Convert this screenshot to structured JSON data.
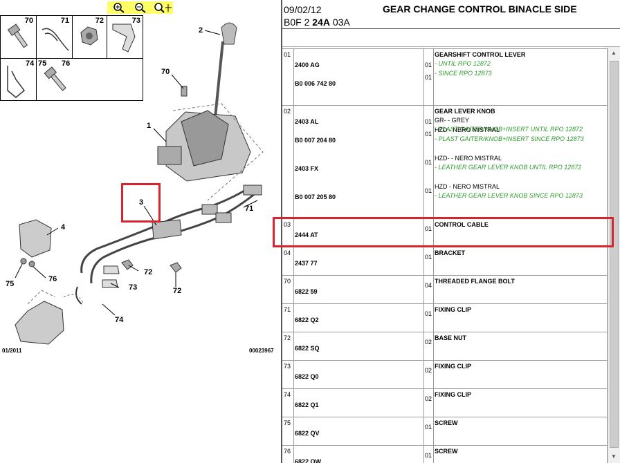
{
  "toolbar": {
    "zoom_in_icon": "zoom-in-icon",
    "zoom_out_icon": "zoom-out-icon",
    "fit_icon": "zoom-fit-icon"
  },
  "thumbnails": [
    {
      "num": "70"
    },
    {
      "num": "71"
    },
    {
      "num": "72"
    },
    {
      "num": "73"
    },
    {
      "num": "74"
    },
    {
      "num": "75"
    },
    {
      "num": "76"
    }
  ],
  "diagram": {
    "callouts": [
      "2",
      "70",
      "1",
      "3",
      "71",
      "4",
      "72",
      "73",
      "75",
      "76",
      "72",
      "74"
    ],
    "footer_left": "01/2011",
    "footer_right": "00023967"
  },
  "header": {
    "date": "09/02/12",
    "title": "GEAR CHANGE CONTROL BINACLE SIDE",
    "code_prefix": "B0F 2 ",
    "code_bold": "24A",
    "code_suffix": " 03A"
  },
  "colors": {
    "highlight": "#d9232f",
    "note_green": "#2e9b2e",
    "zoombar": "#ffff66"
  },
  "rows": [
    {
      "num": "01",
      "entries": [
        {
          "ref": "2400 AG",
          "qty": "01",
          "lines": [
            {
              "t": "GEARSHIFT CONTROL LEVER",
              "g": false,
              "b": true
            },
            {
              "t": "- UNTIL RPO 12872",
              "g": true
            }
          ]
        },
        {
          "ref": "B0 006 742 80",
          "qty": "01",
          "lines": [
            {
              "t": "- SINCE RPO 12873",
              "g": true
            }
          ]
        }
      ]
    },
    {
      "num": "02",
      "entries": [
        {
          "ref": "2403 AL",
          "qty": "01",
          "lines": [
            {
              "t": "GEAR LEVER KNOB",
              "g": false,
              "b": true
            },
            {
              "t": "GR- - GREY",
              "g": false
            },
            {
              "t": "- PLAST GAITER/KNOB+INSERT UNTIL RPO 12872",
              "g": true
            }
          ]
        },
        {
          "ref": "B0 007 204 80",
          "qty": "01",
          "lines": [
            {
              "t": "HZD - NERO MISTRAL",
              "g": false
            },
            {
              "t": "- PLAST GAITER/KNOB+INSERT SINCE RPO 12873",
              "g": true
            }
          ]
        },
        {
          "ref": "2403 FX",
          "qty": "01",
          "lines": [
            {
              "t": "HZD- - NERO MISTRAL",
              "g": false
            },
            {
              "t": "- LEATHER GEAR LEVER KNOB UNTIL RPO 12872",
              "g": true
            }
          ]
        },
        {
          "ref": "B0 007 205 80",
          "qty": "01",
          "lines": [
            {
              "t": "HZD - NERO MISTRAL",
              "g": false
            },
            {
              "t": "- LEATHER GEAR LEVER KNOB SINCE RPO 12873",
              "g": true
            }
          ]
        }
      ]
    },
    {
      "num": "03",
      "entries": [
        {
          "ref": "2444 AT",
          "qty": "01",
          "lines": [
            {
              "t": "CONTROL CABLE",
              "g": false,
              "b": true
            }
          ]
        }
      ]
    },
    {
      "num": "04",
      "entries": [
        {
          "ref": "2437 77",
          "qty": "01",
          "lines": [
            {
              "t": "BRACKET",
              "g": false,
              "b": true
            }
          ]
        }
      ]
    },
    {
      "num": "70",
      "entries": [
        {
          "ref": "6822 59",
          "qty": "04",
          "lines": [
            {
              "t": "THREADED FLANGE BOLT",
              "g": false,
              "b": true
            }
          ]
        }
      ]
    },
    {
      "num": "71",
      "entries": [
        {
          "ref": "6822 Q2",
          "qty": "01",
          "lines": [
            {
              "t": "FIXING CLIP",
              "g": false,
              "b": true
            }
          ]
        }
      ]
    },
    {
      "num": "72",
      "entries": [
        {
          "ref": "6822 SQ",
          "qty": "02",
          "lines": [
            {
              "t": "BASE NUT",
              "g": false,
              "b": true
            }
          ]
        }
      ]
    },
    {
      "num": "73",
      "entries": [
        {
          "ref": "6822 Q0",
          "qty": "02",
          "lines": [
            {
              "t": "FIXING CLIP",
              "g": false,
              "b": true
            }
          ]
        }
      ]
    },
    {
      "num": "74",
      "entries": [
        {
          "ref": "6822 Q1",
          "qty": "02",
          "lines": [
            {
              "t": "FIXING CLIP",
              "g": false,
              "b": true
            }
          ]
        }
      ]
    },
    {
      "num": "75",
      "entries": [
        {
          "ref": "6822 QV",
          "qty": "01",
          "lines": [
            {
              "t": "SCREW",
              "g": false,
              "b": true
            }
          ]
        }
      ]
    },
    {
      "num": "76",
      "entries": [
        {
          "ref": "6822 QW",
          "qty": "01",
          "lines": [
            {
              "t": "SCREW",
              "g": false,
              "b": true
            }
          ]
        }
      ]
    }
  ]
}
